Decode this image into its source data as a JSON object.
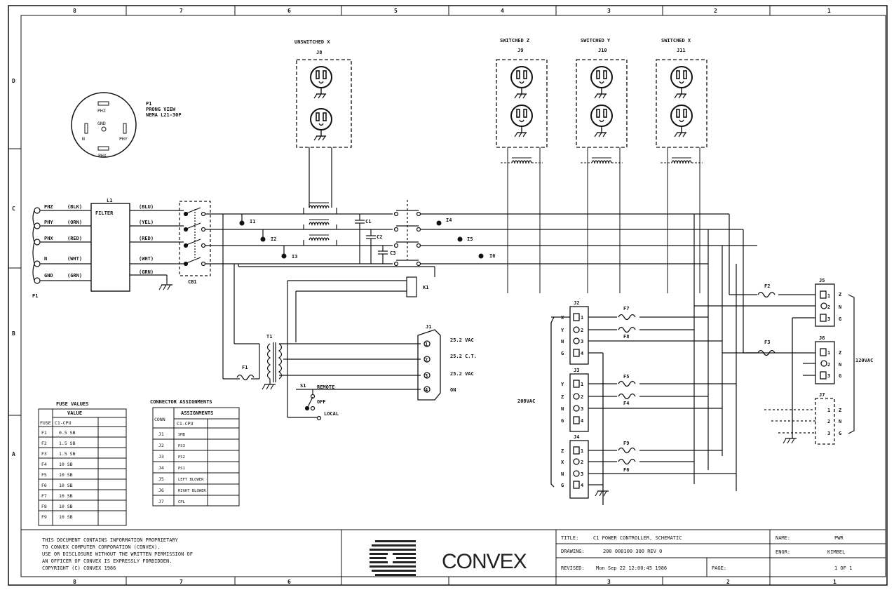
{
  "zones": {
    "top": [
      "8",
      "7",
      "6",
      "5",
      "4",
      "3",
      "2",
      "1"
    ],
    "bottom": [
      "8",
      "7",
      "6",
      "",
      "",
      "3",
      "2",
      "1"
    ],
    "left": [
      "D",
      "C",
      "B",
      "A"
    ]
  },
  "plug": {
    "ref": "P1",
    "view": "PRONG VIEW",
    "nema": "NEMA L21-30P",
    "phz": "PHZ",
    "gnd": "GND",
    "n": "N",
    "phy": "PHY",
    "phx": "PHX",
    "p1_label": "P1"
  },
  "input_lines": [
    {
      "name": "PHZ",
      "color": "(BLK)"
    },
    {
      "name": "PHY",
      "color": "(ORN)"
    },
    {
      "name": "PHX",
      "color": "(RED)"
    },
    {
      "name": "N",
      "color": "(WHT)"
    },
    {
      "name": "GND",
      "color": "(GRN)"
    }
  ],
  "filter": {
    "ref": "L1",
    "label": "FILTER"
  },
  "filter_out": [
    "(BLU)",
    "(YEL)",
    "(RED)",
    "(WHT)",
    "(GRN)"
  ],
  "cb1": "CB1",
  "test_points": {
    "i1": "I1",
    "i2": "I2",
    "i3": "I3",
    "i4": "I4",
    "i5": "I5",
    "i6": "I6"
  },
  "caps": {
    "c1": "C1",
    "c2": "C2",
    "c3": "C3"
  },
  "k1": "K1",
  "transformer": {
    "ref": "T1",
    "fuse": "F1"
  },
  "unswitched": {
    "title": "UNSWITCHED X",
    "ref": "J8"
  },
  "switched": [
    {
      "title": "SWITCHED Z",
      "ref": "J9"
    },
    {
      "title": "SWITCHED Y",
      "ref": "J10"
    },
    {
      "title": "SWITCHED X",
      "ref": "J11"
    }
  ],
  "j1": {
    "ref": "J1",
    "pins": [
      {
        "num": "1",
        "label": "25.2 VAC"
      },
      {
        "num": "2",
        "label": "25.2 C.T."
      },
      {
        "num": "3",
        "label": "25.2 VAC"
      },
      {
        "num": "4",
        "label": "ON"
      }
    ]
  },
  "s1": {
    "ref": "S1",
    "remote": "REMOTE",
    "off": "OFF",
    "local": "LOCAL"
  },
  "j2": {
    "ref": "J2",
    "pins": [
      "X",
      "Y",
      "N",
      "G"
    ],
    "nums": [
      "1",
      "2",
      "3",
      "4"
    ]
  },
  "j3": {
    "ref": "J3",
    "pins": [
      "Y",
      "Z",
      "N",
      "G"
    ],
    "nums": [
      "1",
      "2",
      "3",
      "4"
    ]
  },
  "j4": {
    "ref": "J4",
    "pins": [
      "Z",
      "X",
      "N",
      "G"
    ],
    "nums": [
      "1",
      "2",
      "3",
      "4"
    ]
  },
  "fuses_right": {
    "f2": "F2",
    "f3": "F3",
    "f4": "F4",
    "f5": "F5",
    "f6": "F6",
    "f7": "F7",
    "f8": "F8",
    "f9": "F9"
  },
  "v208": "208VAC",
  "v120": "120VAC",
  "j5": {
    "ref": "J5",
    "pins": [
      "Z",
      "N",
      "G"
    ],
    "nums": [
      "1",
      "2",
      "3"
    ]
  },
  "j6": {
    "ref": "J6",
    "pins": [
      "Z",
      "N",
      "G"
    ],
    "nums": [
      "1",
      "2",
      "3"
    ]
  },
  "j7": {
    "ref": "J7",
    "pins": [
      "Z",
      "N",
      "G"
    ],
    "nums": [
      "1",
      "2",
      "3"
    ]
  },
  "fuse_table": {
    "title": "FUSE VALUES",
    "value_header": "VALUE",
    "col_fuse": "FUSE",
    "col_model": "C1-CPU",
    "rows": [
      {
        "fuse": "F1",
        "value": "0.5 SB"
      },
      {
        "fuse": "F2",
        "value": "1.5 SB"
      },
      {
        "fuse": "F3",
        "value": "1.5 SB"
      },
      {
        "fuse": "F4",
        "value": "10 SB"
      },
      {
        "fuse": "F5",
        "value": "10 SB"
      },
      {
        "fuse": "F6",
        "value": "10 SB"
      },
      {
        "fuse": "F7",
        "value": "10 SB"
      },
      {
        "fuse": "F8",
        "value": "10 SB"
      },
      {
        "fuse": "F9",
        "value": "10 SB"
      }
    ]
  },
  "conn_table": {
    "title": "CONNECTOR ASSIGNMENTS",
    "assign_header": "ASSIGNMENTS",
    "col_conn": "CONN",
    "col_model": "C1-CPU",
    "rows": [
      {
        "conn": "J1",
        "assign": "SMB"
      },
      {
        "conn": "J2",
        "assign": "PS3"
      },
      {
        "conn": "J3",
        "assign": "PS2"
      },
      {
        "conn": "J4",
        "assign": "PS1"
      },
      {
        "conn": "J5",
        "assign": "LEFT BLOWER"
      },
      {
        "conn": "J6",
        "assign": "RIGHT BLOWER"
      },
      {
        "conn": "J7",
        "assign": "CPL"
      }
    ]
  },
  "notice": [
    "THIS DOCUMENT CONTAINS INFORMATION PROPRIETARY",
    "TO CONVEX COMPUTER CORPORATION (CONVEX).",
    "USE OR DISCLOSURE WITHOUT THE WRITTEN PERMISSION OF",
    "AN OFFICER OF CONVEX IS EXPRESSLY FORBIDDEN.",
    "COPYRIGHT (C) CONVEX 1986"
  ],
  "logo": {
    "text": "CONVEX"
  },
  "title_block": {
    "title_label": "TITLE:",
    "title": "C1 POWER CONTROLLER, SCHEMATIC",
    "drawing_label": "DRAWING:",
    "drawing": "200 000100 300 REV 0",
    "revised_label": "REVISED:",
    "revised": "Mon Sep 22 12:00:45 1986",
    "page_label": "PAGE:",
    "name_label": "NAME:",
    "name": "PWR",
    "eng_label": "ENGR:",
    "eng": "KIMBEL",
    "sheet": "1 OF 1"
  }
}
